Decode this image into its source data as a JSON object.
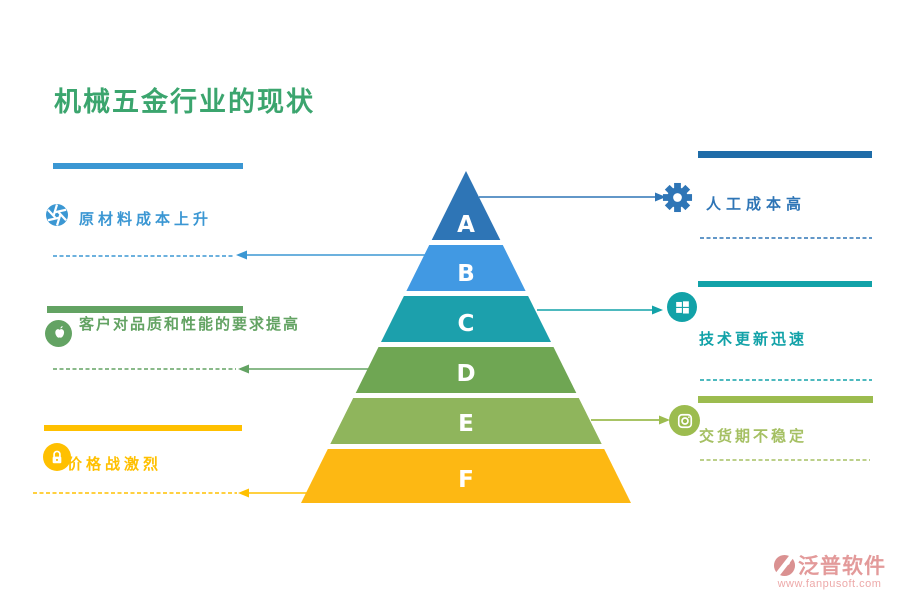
{
  "title": {
    "text": "机械五金行业的现状",
    "color": "#3BA56E"
  },
  "pyramid": {
    "levels": [
      {
        "label": "A",
        "color": "#2E75B6"
      },
      {
        "label": "B",
        "color": "#4199E3"
      },
      {
        "label": "C",
        "color": "#1CA0AC"
      },
      {
        "label": "D",
        "color": "#6FA653"
      },
      {
        "label": "E",
        "color": "#8FB55C"
      },
      {
        "label": "F",
        "color": "#FDB813"
      }
    ],
    "letter_color": "#FFFFFF"
  },
  "left_items": [
    {
      "label": "原材料成本上升",
      "color": "#3B97D3",
      "bar_color": "#3B97D3",
      "icon": "aperture-icon"
    },
    {
      "label": "客户对品质和性能的要求提高",
      "color": "#63A363",
      "bar_color": "#63A363",
      "icon": "apple-icon"
    },
    {
      "label": "价格战激烈",
      "color": "#FFC000",
      "bar_color": "#FFC000",
      "icon": "lock-icon"
    }
  ],
  "right_items": [
    {
      "label": "人工成本高",
      "color": "#2E75B6",
      "bar_color": "#1F6CA8",
      "icon": "gear-icon"
    },
    {
      "label": "技术更新迅速",
      "color": "#12A2A8",
      "bar_color": "#12A2A8",
      "icon": "windows-icon"
    },
    {
      "label": "交货期不稳定",
      "color": "#A5C063",
      "bar_color": "#9CBC4F",
      "icon": "instagram-icon"
    }
  ],
  "footer": {
    "brand": "泛普软件",
    "url": "www.fanpusoft.com",
    "color": "#E39A9A",
    "url_color": "#EDA9A9"
  }
}
